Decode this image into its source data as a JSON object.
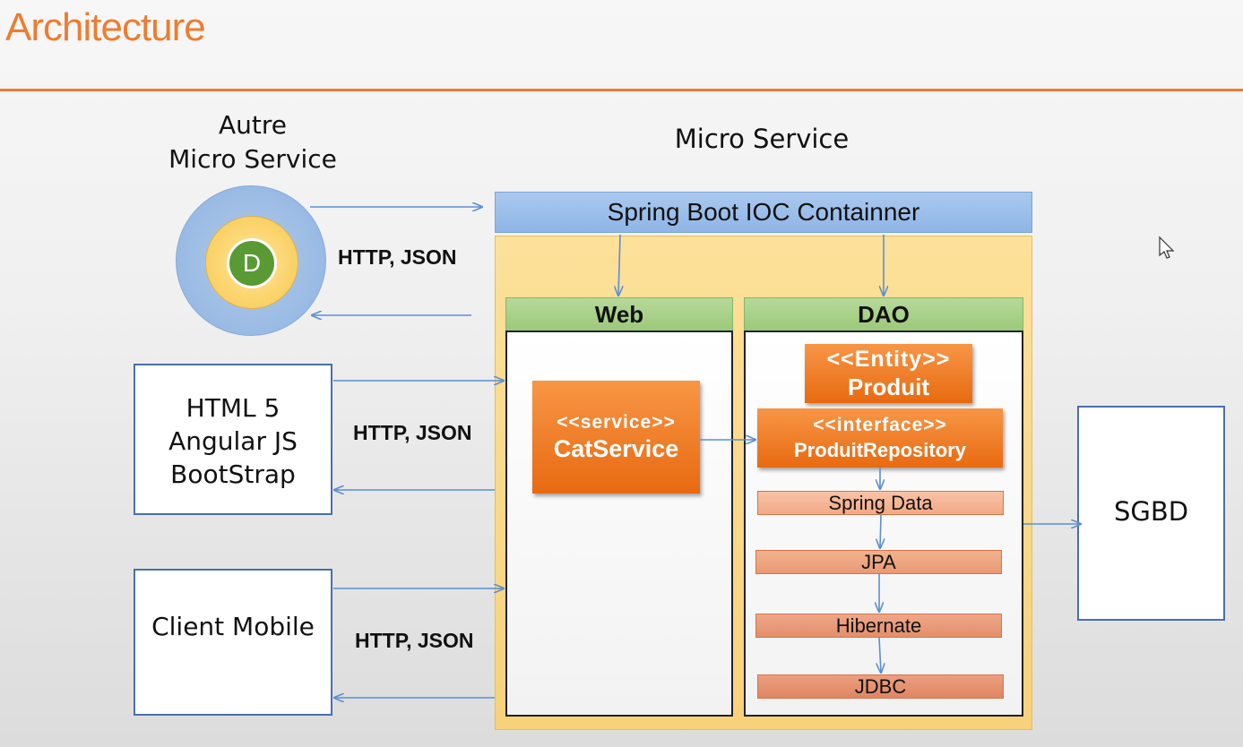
{
  "page": {
    "title": "Architecture"
  },
  "autre_micro_service": {
    "line1": "Autre",
    "line2": "Micro Service",
    "badge": "D"
  },
  "micro_service": {
    "label": "Micro Service"
  },
  "ioc": {
    "label": "Spring Boot IOC Containner"
  },
  "protocols": {
    "autre": "HTTP, JSON",
    "html": "HTTP, JSON",
    "mobile": "HTTP, JSON"
  },
  "clients": {
    "html": {
      "line1": "HTML 5",
      "line2": "Angular JS",
      "line3": "BootStrap"
    },
    "mobile": {
      "label": "Client Mobile"
    }
  },
  "web": {
    "header": "Web",
    "service_stereotype": "<<service>>",
    "service_name": "CatService"
  },
  "dao": {
    "header": "DAO",
    "entity_stereotype": "<<Entity>>",
    "entity_name": "Produit",
    "repo_stereotype": "<<interface>>",
    "repo_name": "ProduitRepository",
    "layers": [
      "Spring Data",
      "JPA",
      "Hibernate",
      "JDBC"
    ]
  },
  "sgbd": {
    "label": "SGBD"
  },
  "colors": {
    "accent": "#ed7d31",
    "arrow": "#5b8fd0",
    "ioc_blue": "#8fb6e6",
    "container_yellow": "#f7d27a",
    "header_green": "#9cc97a",
    "component_orange": "#e86a10"
  }
}
